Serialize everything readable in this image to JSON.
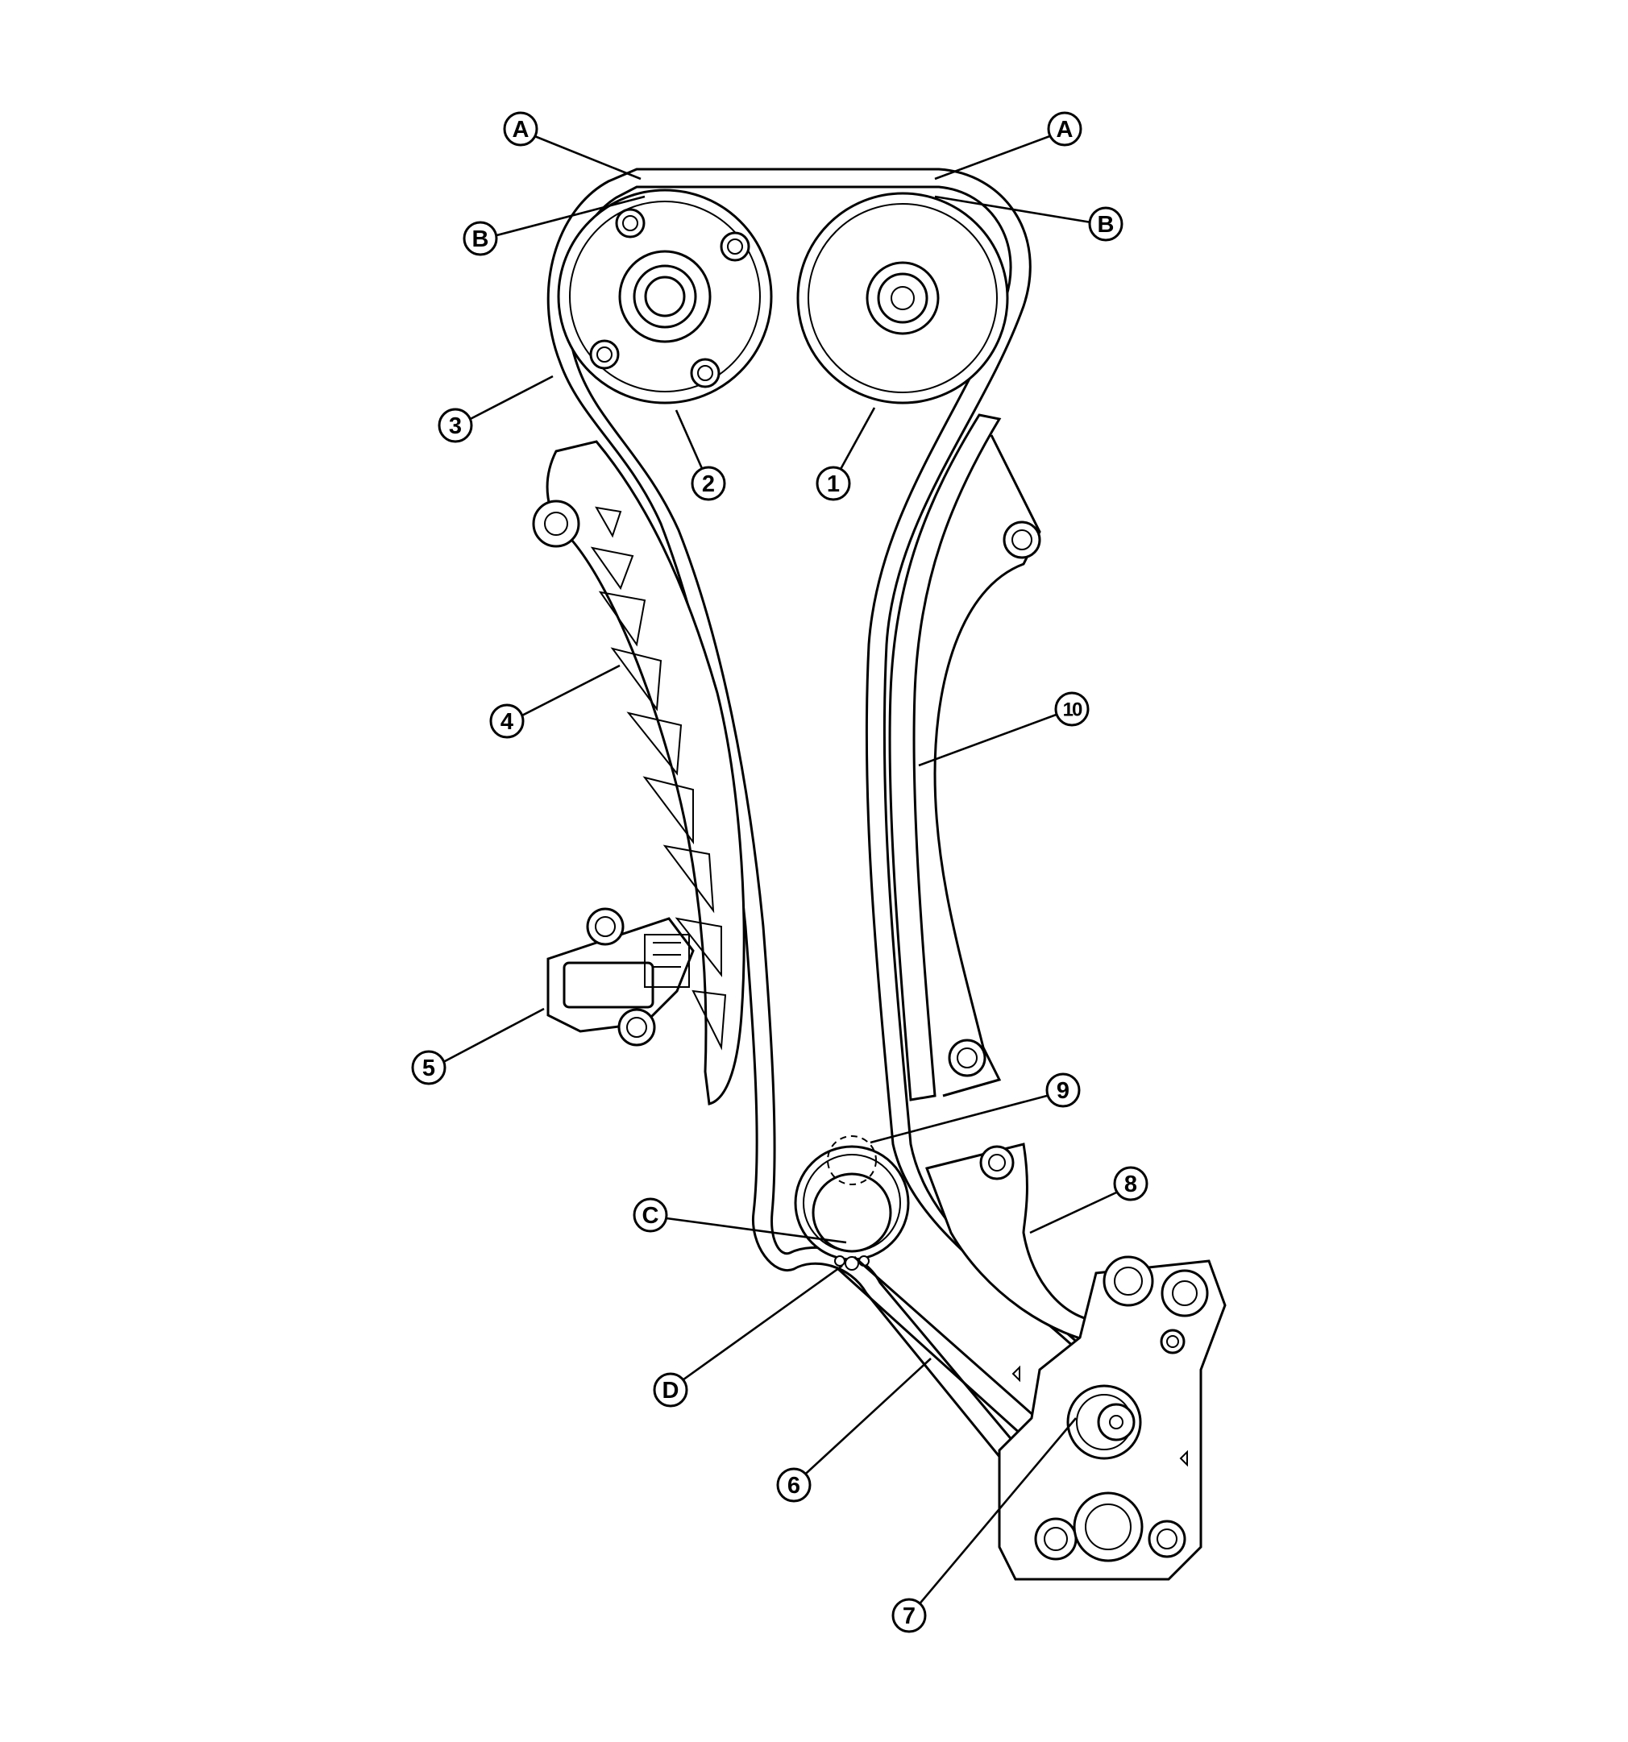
{
  "diagram": {
    "callouts": [
      {
        "id": "A-left",
        "label": "A"
      },
      {
        "id": "A-right",
        "label": "A"
      },
      {
        "id": "B-left",
        "label": "B"
      },
      {
        "id": "B-right",
        "label": "B"
      },
      {
        "id": "1",
        "label": "1"
      },
      {
        "id": "2",
        "label": "2"
      },
      {
        "id": "3",
        "label": "3"
      },
      {
        "id": "4",
        "label": "4"
      },
      {
        "id": "5",
        "label": "5"
      },
      {
        "id": "6",
        "label": "6"
      },
      {
        "id": "7",
        "label": "7"
      },
      {
        "id": "8",
        "label": "8"
      },
      {
        "id": "9",
        "label": "9"
      },
      {
        "id": "10",
        "label": "10"
      },
      {
        "id": "C",
        "label": "C"
      },
      {
        "id": "D",
        "label": "D"
      }
    ]
  }
}
